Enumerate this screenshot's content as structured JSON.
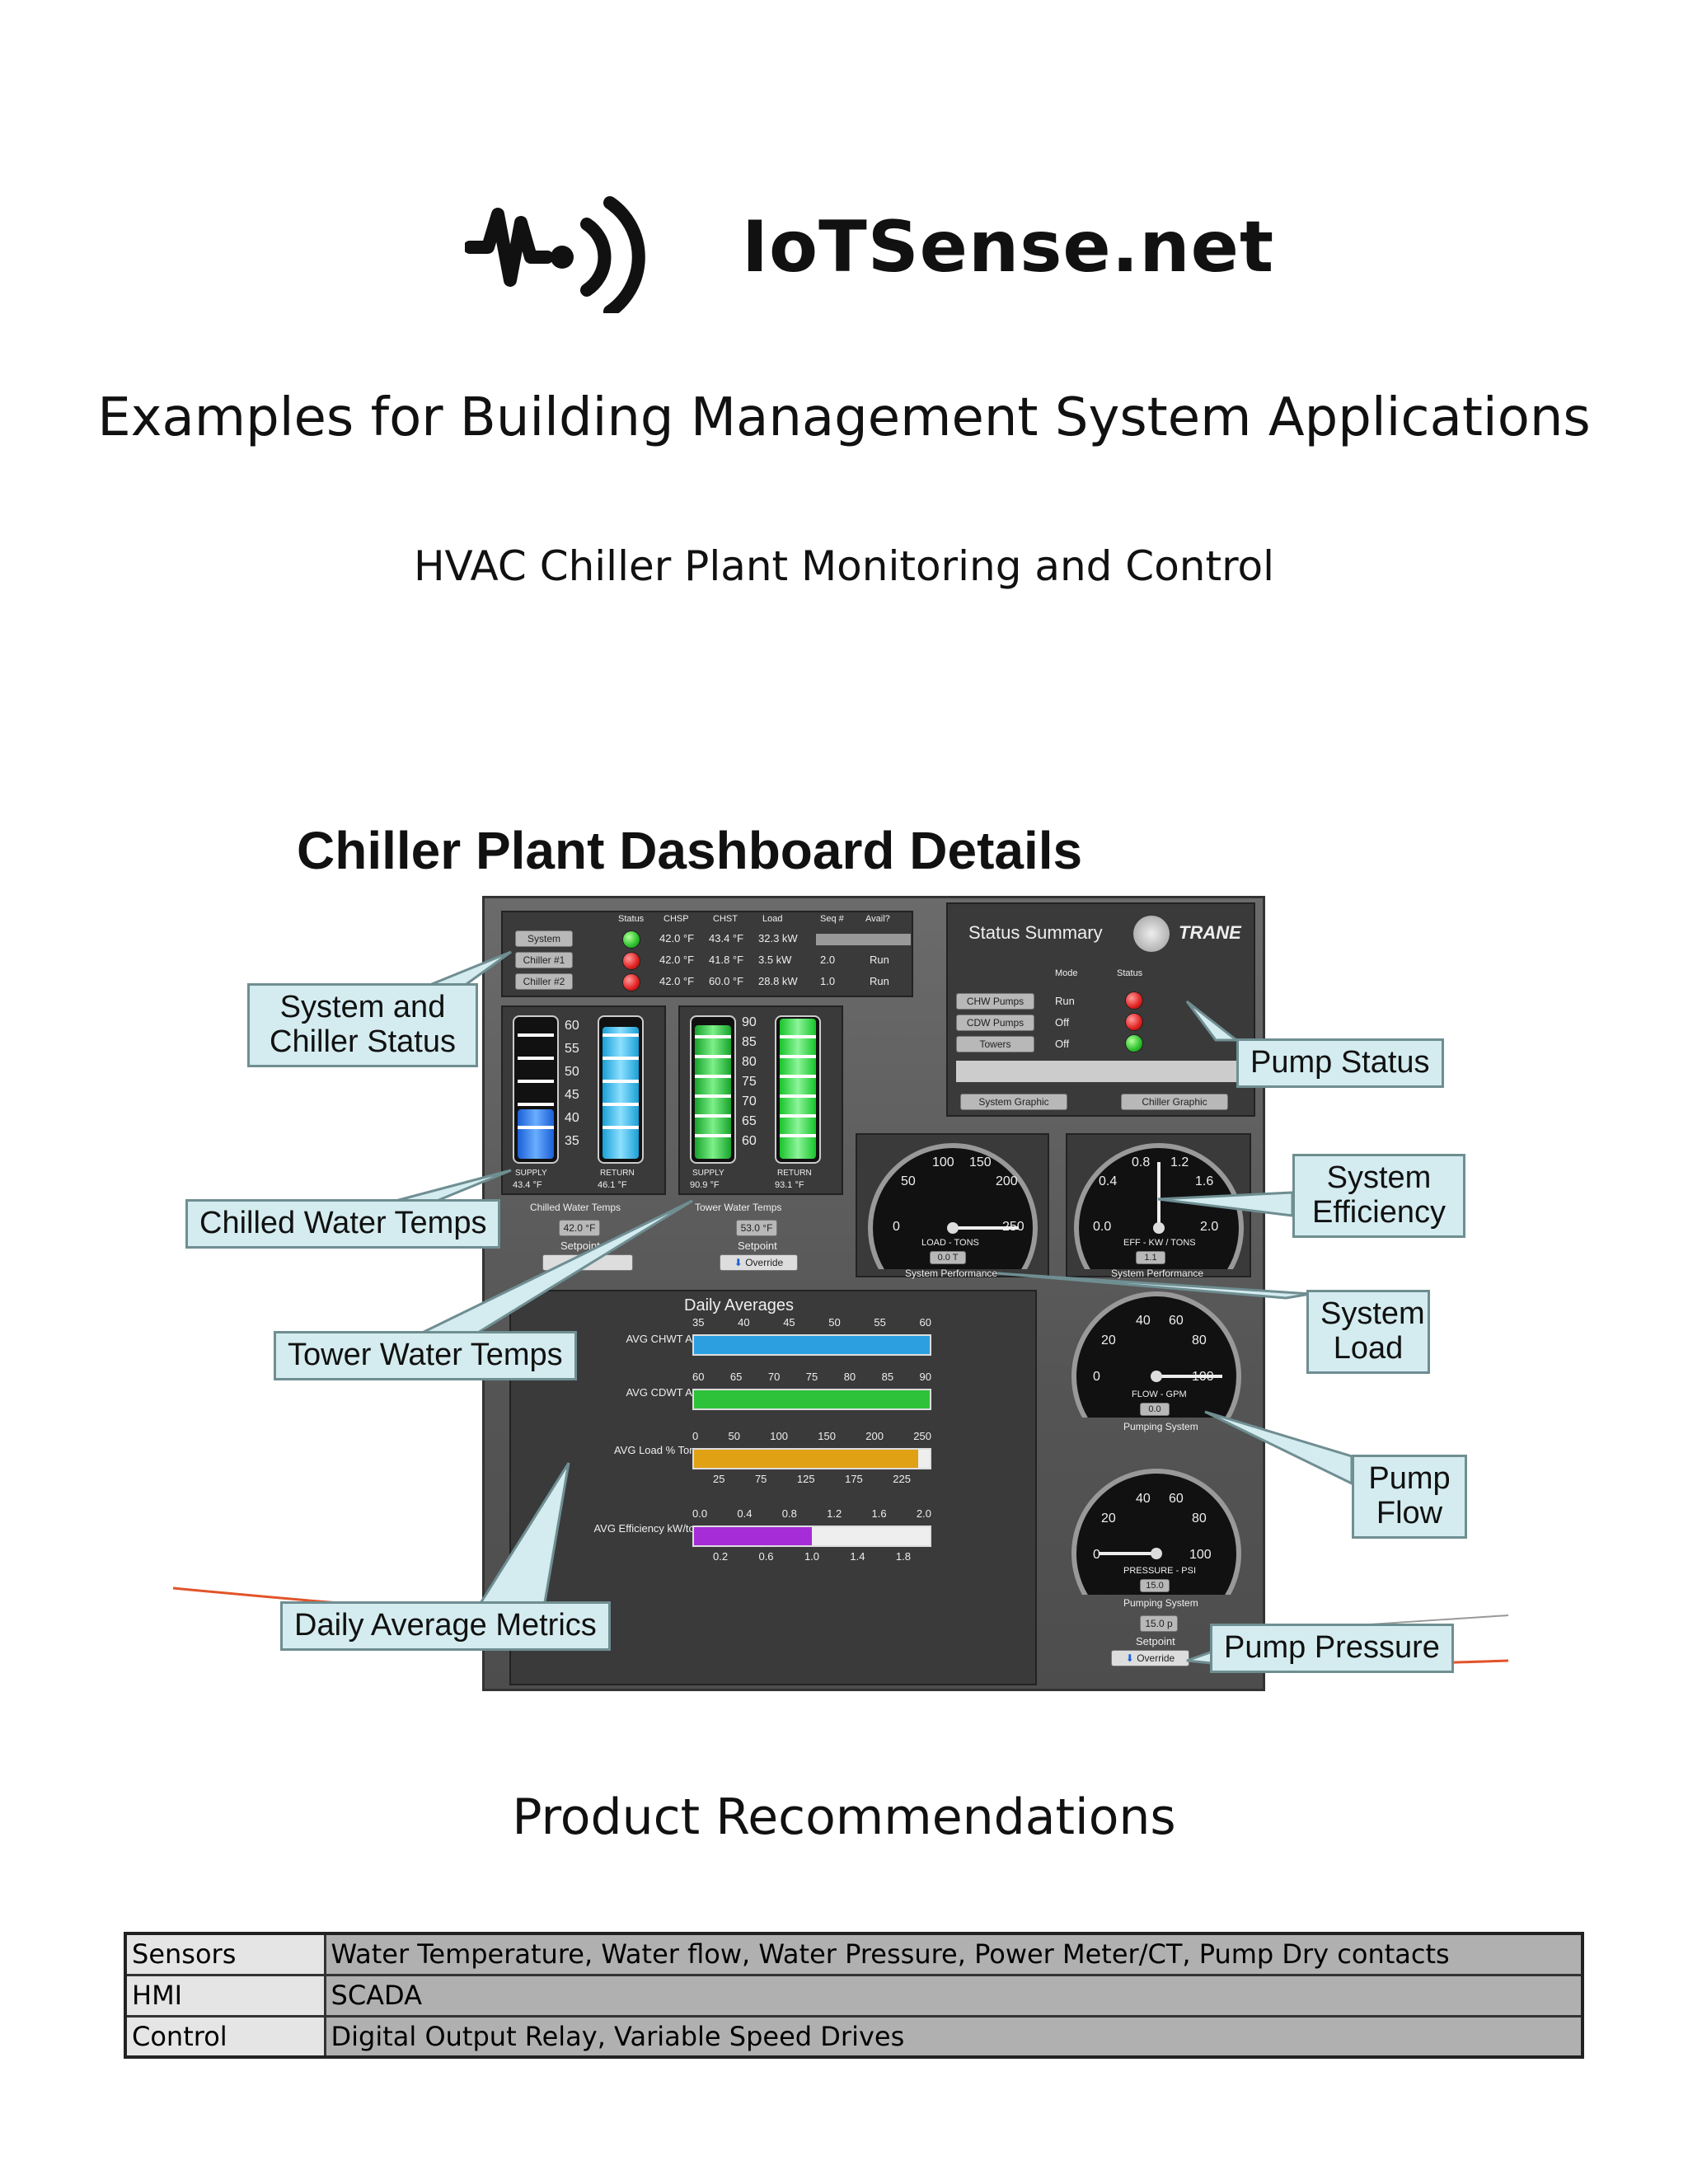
{
  "header": {
    "brand": "IoTSense.net",
    "logo_icon": "signal-wave-icon"
  },
  "document": {
    "title": "Examples for Building Management System Applications",
    "subtitle": "HVAC Chiller Plant Monitoring and Control"
  },
  "figure": {
    "title": "Chiller Plant Dashboard Details",
    "dashboard": {
      "status_table": {
        "columns": [
          "Status",
          "CHSP",
          "CHST",
          "Load",
          "Seq #",
          "Avail?"
        ],
        "rows": [
          {
            "name": "System",
            "status": "green",
            "chsp": "42.0 °F",
            "chst": "43.4 °F",
            "load": "32.3 kW",
            "seq": "",
            "avail": ""
          },
          {
            "name": "Chiller #1",
            "status": "red",
            "chsp": "42.0 °F",
            "chst": "41.8 °F",
            "load": "3.5 kW",
            "seq": "2.0",
            "avail": "Run"
          },
          {
            "name": "Chiller #2",
            "status": "red",
            "chsp": "42.0 °F",
            "chst": "60.0 °F",
            "load": "28.8 kW",
            "seq": "1.0",
            "avail": "Run"
          }
        ]
      },
      "status_summary": {
        "title": "Status Summary",
        "brand": "TRANE",
        "columns": [
          "Mode",
          "Status"
        ],
        "rows": [
          {
            "name": "CHW Pumps",
            "mode": "Run",
            "status": "red"
          },
          {
            "name": "CDW Pumps",
            "mode": "Off",
            "status": "red"
          },
          {
            "name": "Towers",
            "mode": "Off",
            "status": "green"
          }
        ],
        "buttons": [
          "System Graphic",
          "Chiller Graphic"
        ]
      },
      "chilled_water": {
        "scale": [
          "60",
          "55",
          "50",
          "45",
          "40",
          "35"
        ],
        "supply_label": "SUPPLY",
        "return_label": "RETURN",
        "supply_value": "43.4 °F",
        "return_value": "46.1 °F",
        "supply_level": 0.33,
        "return_level": 0.88,
        "caption": "Chilled Water Temps",
        "setpoint_value": "42.0 °F",
        "setpoint_label": "Setpoint"
      },
      "tower_water": {
        "scale": [
          "90",
          "85",
          "80",
          "75",
          "70",
          "65",
          "60"
        ],
        "supply_label": "SUPPLY",
        "return_label": "RETURN",
        "supply_value": "90.9 °F",
        "return_value": "93.1 °F",
        "supply_level": 0.9,
        "return_level": 0.95,
        "caption": "Tower Water Temps",
        "setpoint_value": "53.0 °F",
        "setpoint_label": "Setpoint",
        "override_label": "Override"
      },
      "gauges": {
        "load": {
          "ticks": [
            "0",
            "50",
            "100",
            "150",
            "200",
            "250"
          ],
          "label": "LOAD - TONS",
          "value": "0.0 T",
          "caption": "System Performance"
        },
        "efficiency": {
          "ticks": [
            "0.0",
            "0.4",
            "0.8",
            "1.2",
            "1.6",
            "2.0"
          ],
          "label": "EFF - KW / TONS",
          "value": "1.1",
          "caption": "System Performance"
        },
        "flow": {
          "ticks": [
            "0",
            "20",
            "40",
            "60",
            "80",
            "100"
          ],
          "label": "FLOW - GPM",
          "value": "0.0",
          "caption": "Pumping System"
        },
        "pressure": {
          "ticks": [
            "0",
            "20",
            "40",
            "60",
            "80",
            "100"
          ],
          "label": "PRESSURE - PSI",
          "value": "15.0",
          "caption": "Pumping System",
          "setpoint_value": "15.0 p",
          "setpoint_label": "Setpoint",
          "override_label": "Override"
        }
      },
      "daily_averages": {
        "title": "Daily Averages",
        "bars": [
          {
            "label": "AVG CHWT Act",
            "ticks": [
              "35",
              "40",
              "45",
              "50",
              "55",
              "60"
            ],
            "fill": 1.0,
            "color": "#2c9fe0"
          },
          {
            "label": "AVG CDWT Act",
            "ticks": [
              "60",
              "65",
              "70",
              "75",
              "80",
              "85",
              "90"
            ],
            "fill": 1.0,
            "color": "#2ec23a"
          },
          {
            "label": "AVG Load % Tons",
            "ticks": [
              "0",
              "50",
              "100",
              "150",
              "200",
              "250"
            ],
            "minor_ticks": [
              "25",
              "75",
              "125",
              "175",
              "225"
            ],
            "fill": 0.95,
            "color": "#e0a114"
          },
          {
            "label": "AVG Efficiency kW/ton",
            "ticks": [
              "0.0",
              "0.4",
              "0.8",
              "1.2",
              "1.6",
              "2.0"
            ],
            "minor_ticks": [
              "0.2",
              "0.6",
              "1.0",
              "1.4",
              "1.8"
            ],
            "fill": 0.5,
            "color": "#a52cd6"
          }
        ]
      }
    },
    "callouts": {
      "system_chiller": "System and Chiller Status",
      "pump_status": "Pump Status",
      "chilled_water": "Chilled Water Temps",
      "system_efficiency": "System Efficiency",
      "tower_water": "Tower Water Temps",
      "system_load": "System Load",
      "pump_flow": "Pump Flow",
      "daily_avg": "Daily Average Metrics",
      "pump_pressure": "Pump Pressure"
    }
  },
  "recommendations": {
    "title": "Product Recommendations",
    "rows": [
      {
        "key": "Sensors",
        "value": "Water Temperature, Water flow, Water Pressure, Power Meter/CT, Pump Dry contacts"
      },
      {
        "key": "HMI",
        "value": "SCADA"
      },
      {
        "key": "Control",
        "value": "Digital Output Relay, Variable Speed Drives"
      }
    ]
  }
}
